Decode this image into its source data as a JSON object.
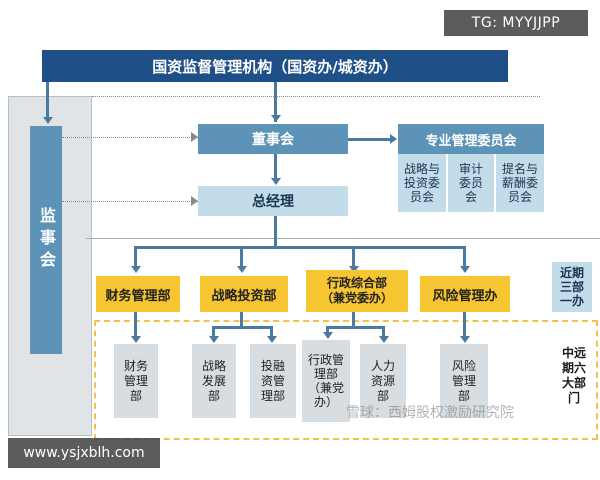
{
  "watermarks": {
    "tag": "TG: MYYJJPP",
    "url": "www.ysjxblh.com",
    "overlay": "雪球：西姆股权激励研究院"
  },
  "top": {
    "label": "国资监督管理机构（国资办/城资办）"
  },
  "supervisory": {
    "label": "监事会"
  },
  "board": {
    "label": "董事会"
  },
  "committee": {
    "title": "专业管理委员会",
    "members": [
      "战略与投资委员会",
      "审计委员会",
      "提名与薪酬委员会"
    ]
  },
  "gm": {
    "label": "总经理"
  },
  "departments": [
    {
      "label": "财务管理部"
    },
    {
      "label": "战略投资部"
    },
    {
      "label": "行政综合部\n（兼党委办）"
    },
    {
      "label": "风险管理办"
    }
  ],
  "sub_departments": [
    {
      "label": "财务管理部"
    },
    {
      "label": "战略发展部"
    },
    {
      "label": "投融资管理部"
    },
    {
      "label": "行政管理部（兼党办）"
    },
    {
      "label": "人力资源部"
    },
    {
      "label": "风险管理部"
    }
  ],
  "side_labels": {
    "near": "近期三部一办",
    "mid": "中远期六大部门"
  },
  "colors": {
    "navy": "#1f4f87",
    "steel": "#5c93b7",
    "pale": "#c3dcea",
    "gold": "#f6c531",
    "grey": "#d8dde1"
  }
}
